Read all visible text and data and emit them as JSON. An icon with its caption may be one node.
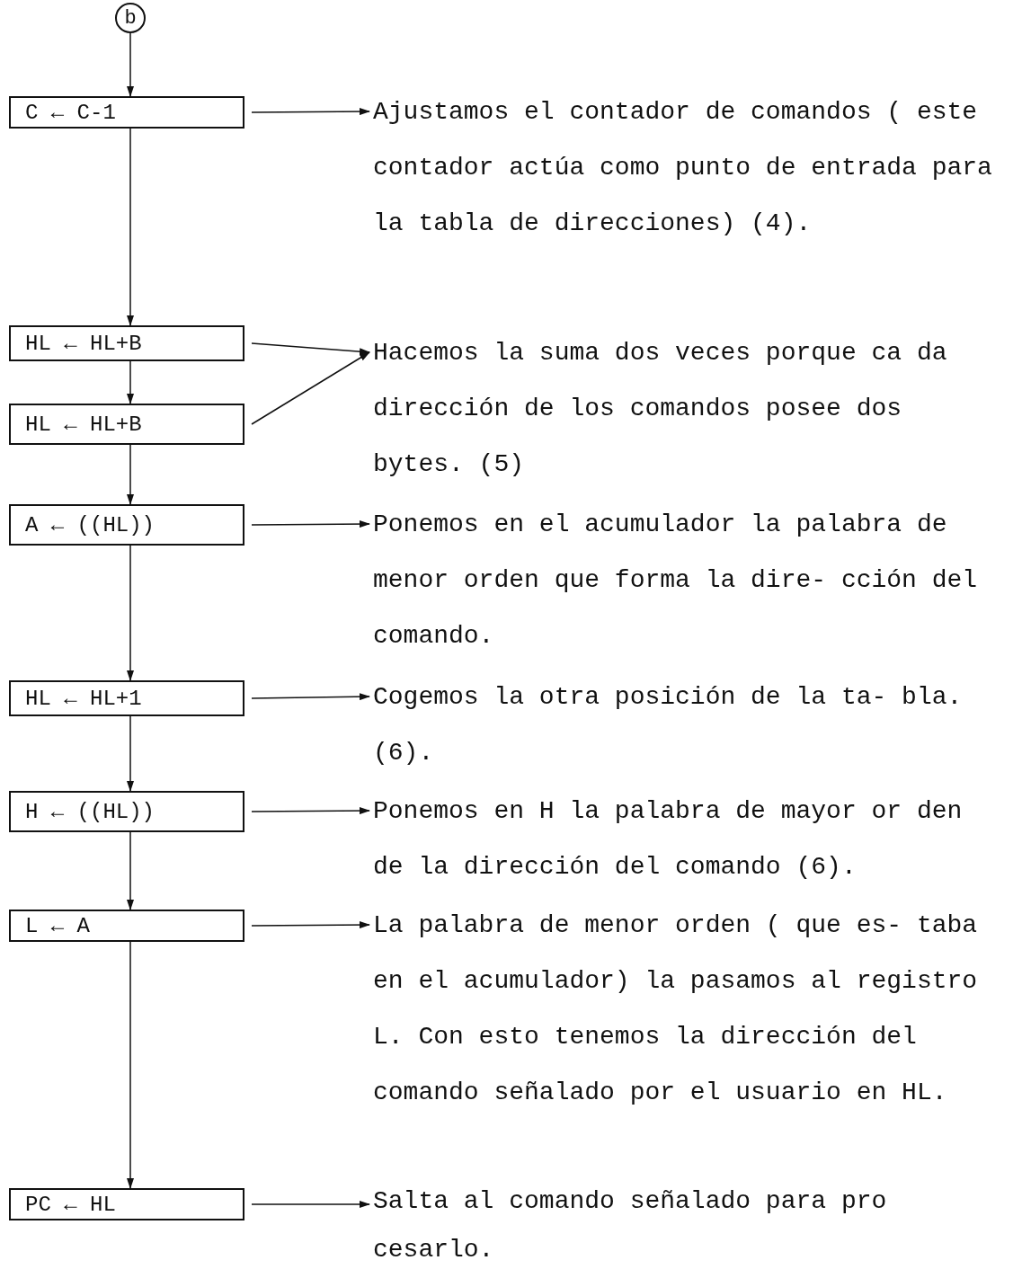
{
  "diagram": {
    "nodes": [
      {
        "text": [
          "b"
        ]
      },
      {
        "text": [
          "C ← C-1"
        ]
      },
      {
        "text": [
          "HL ← HL+B"
        ]
      },
      {
        "text": [
          "HL ← HL+B"
        ]
      },
      {
        "text": [
          "A ← ((HL))"
        ]
      },
      {
        "text": [
          "HL ← HL+1"
        ]
      },
      {
        "text": [
          "H ← ((HL))"
        ]
      },
      {
        "text": [
          "L ← A"
        ]
      },
      {
        "text": [
          "PC ← HL"
        ]
      },
      {
        "text": [
          "Ajustamos el contador de comandos ( este contador actúa como punto de entrada para la tabla de direcciones) (4)."
        ]
      },
      {
        "text": [
          "Hacemos la suma dos veces porque ca da dirección de los comandos posee dos bytes. (5)"
        ]
      },
      {
        "text": [
          "Ponemos en el acumulador la palabra de menor orden que forma la dire- cción del comando."
        ]
      },
      {
        "text": [
          "Cogemos la otra posición de la ta- bla. (6)."
        ]
      },
      {
        "text": [
          "Ponemos en H la palabra de mayor or den de la dirección del comando (6)."
        ]
      },
      {
        "text": [
          "La palabra de menor orden ( que es- taba en el acumulador) la pasamos al registro L. Con esto tenemos la dirección del comando señalado por el usuario en HL."
        ]
      },
      {
        "text": [
          "Salta al comando señalado para pro cesarlo."
        ]
      }
    ],
    "edges": [
      {
        "from": 0,
        "to": 1,
        "arrow": "to"
      },
      {
        "from": 1,
        "to": 2,
        "arrow": "to"
      },
      {
        "from": 2,
        "to": 3,
        "arrow": "to"
      },
      {
        "from": 3,
        "to": 4,
        "arrow": "to"
      },
      {
        "from": 4,
        "to": 5,
        "arrow": "to"
      },
      {
        "from": 5,
        "to": 6,
        "arrow": "to"
      },
      {
        "from": 6,
        "to": 7,
        "arrow": "to"
      },
      {
        "from": 7,
        "to": 8,
        "arrow": "to"
      },
      {
        "from": 1,
        "to": 9,
        "arrow": "to"
      },
      {
        "from": 2,
        "to": 10,
        "arrow": "to"
      },
      {
        "from": 3,
        "to": 10,
        "arrow": "to"
      },
      {
        "from": 4,
        "to": 11,
        "arrow": "to"
      },
      {
        "from": 5,
        "to": 12,
        "arrow": "to"
      },
      {
        "from": 6,
        "to": 13,
        "arrow": "to"
      },
      {
        "from": 7,
        "to": 14,
        "arrow": "to"
      },
      {
        "from": 8,
        "to": 15,
        "arrow": "to"
      }
    ]
  }
}
